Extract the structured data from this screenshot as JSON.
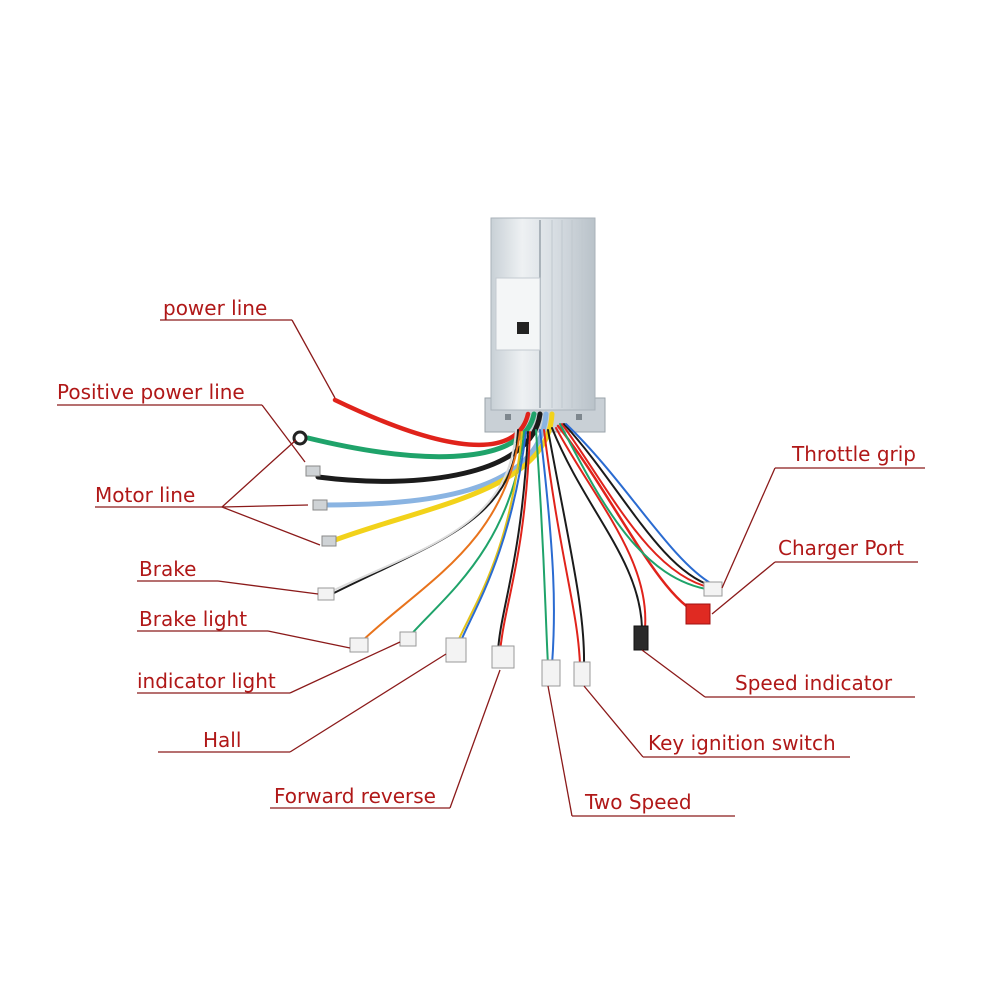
{
  "labels": {
    "power_line": "power line",
    "positive_power_line": "Positive power line",
    "motor_line": "Motor line",
    "brake": "Brake",
    "brake_light": "Brake light",
    "indicator_light": "indicator light",
    "hall": "Hall",
    "forward_reverse": "Forward reverse",
    "throttle_grip": "Throttle grip",
    "charger_port": "Charger Port",
    "speed_indicator": "Speed indicator",
    "key_ignition_switch": "Key ignition switch",
    "two_speed": "Two Speed"
  },
  "colors": {
    "label_text": "#b01818",
    "leader_line": "#8b1a1a",
    "controller_body": "#dde3e8"
  }
}
